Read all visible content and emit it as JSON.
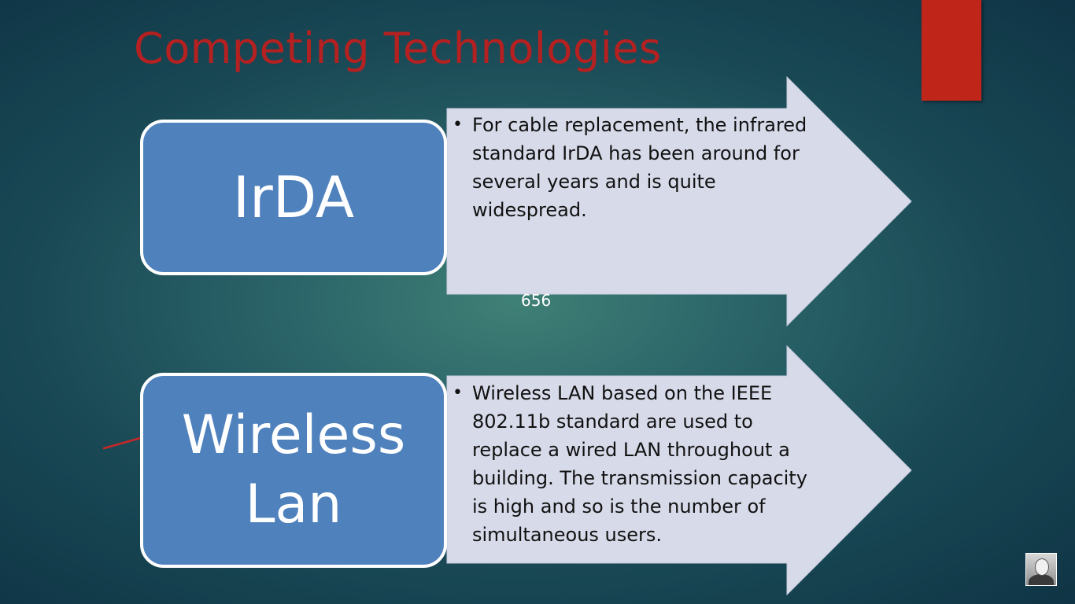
{
  "slide": {
    "title": "Competing Technologies",
    "slide_number": "656",
    "colors": {
      "title": "#b52020",
      "box_fill": "#4f81bd",
      "arrow_fill": "#d7dae9",
      "accent_block": "#c0251a"
    },
    "items": [
      {
        "label_lines": [
          "IrDA"
        ],
        "text": "For cable replacement, the infrared standard IrDA has been around for several years and is quite widespread."
      },
      {
        "label_lines": [
          "Wireless",
          "Lan"
        ],
        "text": "Wireless LAN based on the IEEE 802.11b standard are used to replace a wired LAN throughout a building. The transmission capacity is high and so is the number of simultaneous users."
      }
    ],
    "bullet_symbol": "•",
    "presenter_avatar_icon": "person-icon"
  }
}
